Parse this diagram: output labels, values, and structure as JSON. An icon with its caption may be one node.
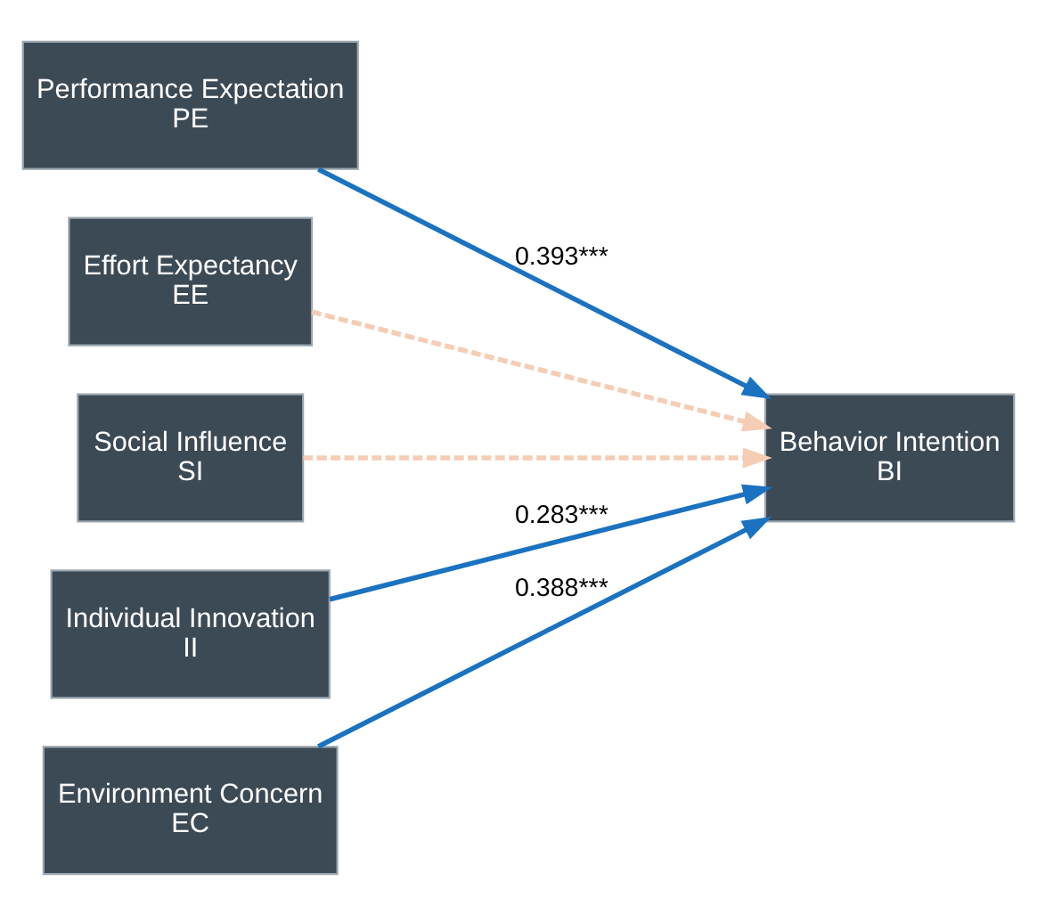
{
  "diagram": {
    "nodes": [
      {
        "text": [
          "Performance Expectation",
          "PE"
        ]
      },
      {
        "text": [
          "Effort Expectancy",
          "EE"
        ]
      },
      {
        "text": [
          "Social Influence",
          "SI"
        ]
      },
      {
        "text": [
          "Individual Innovation",
          "II"
        ]
      },
      {
        "text": [
          "Environment Concern",
          "EC"
        ]
      },
      {
        "text": [
          "Behavior Intention",
          "BI"
        ]
      }
    ],
    "edges": [
      {
        "from": 0,
        "to": 5,
        "arrow": "to",
        "label": "0.393***"
      },
      {
        "from": 1,
        "to": 5,
        "arrow": "to",
        "style": "dashed",
        "color": "#f5cdb4"
      },
      {
        "from": 2,
        "to": 5,
        "arrow": "to",
        "style": "dashed",
        "color": "#f5cdb4"
      },
      {
        "from": 3,
        "to": 5,
        "arrow": "to",
        "label": "0.283***"
      },
      {
        "from": 4,
        "to": 5,
        "arrow": "to",
        "label": "0.388***"
      }
    ]
  }
}
